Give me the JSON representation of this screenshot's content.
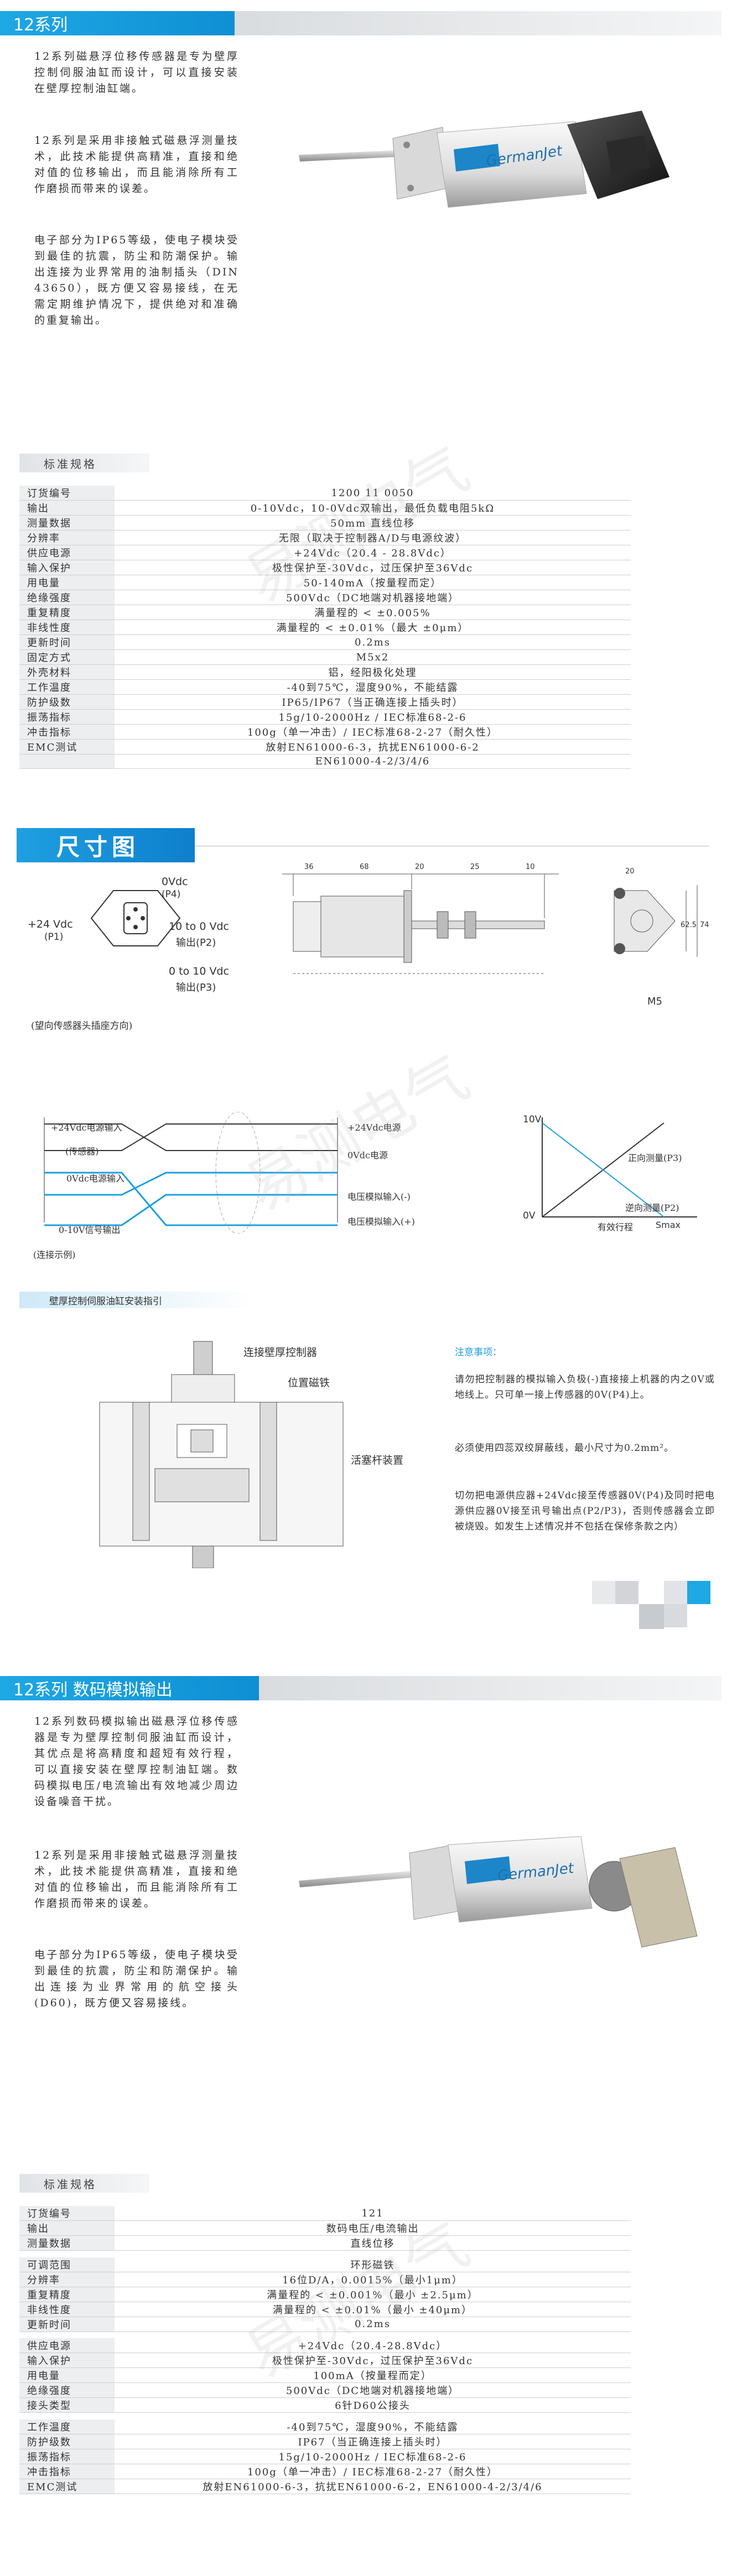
{
  "section1": {
    "title": "12系列"
  },
  "intro": {
    "p1": "12系列磁悬浮位移传感器是专为壁厚控制伺服油缸而设计，可以直接安装在壁厚控制油缸端。",
    "p2": "12系列是采用非接触式磁悬浮测量技术，此技术能提供高精准，直接和绝对值的位移输出，而且能消除所有工作磨损而带来的误差。",
    "p3": "电子部分为IP65等级，使电子模块受到最佳的抗震，防尘和防潮保护。输出连接为业界常用的油制插头（DIN 43650），既方便又容易接线，在无需定期维护情况下，提供绝对和准确的重复输出。"
  },
  "brand": {
    "logo_text": "GermanJet"
  },
  "watermark": {
    "text": "易测电气"
  },
  "spec1": {
    "label": "标准规格",
    "rows": [
      {
        "k": "订货编号",
        "v": "1200 11 0050"
      },
      {
        "k": "输出",
        "v": "0-10Vdc，10-0Vdc双输出，最低负载电阻5kΩ"
      },
      {
        "k": "测量数据",
        "v": "50mm 直线位移"
      },
      {
        "k": "分辨率",
        "v": "无限（取决于控制器A/D与电源纹波）"
      },
      {
        "k": "供应电源",
        "v": "+24Vdc（20.4 - 28.8Vdc）"
      },
      {
        "k": "输入保护",
        "v": "极性保护至-30Vdc，过压保护至36Vdc"
      },
      {
        "k": "用电量",
        "v": "50-140mA（按量程而定）"
      },
      {
        "k": "绝缘强度",
        "v": "500Vdc（DC地端对机器接地端）"
      },
      {
        "k": "重复精度",
        "v": "满量程的 < ±0.005%"
      },
      {
        "k": "非线性度",
        "v": "满量程的 < ±0.01%（最大 ±0μm）"
      },
      {
        "k": "更新时间",
        "v": "0.2ms"
      },
      {
        "k": "固定方式",
        "v": "M5x2"
      },
      {
        "k": "外壳材料",
        "v": "铝，经阳极化处理"
      },
      {
        "k": "工作温度",
        "v": "-40到75℃，湿度90%，不能结露"
      },
      {
        "k": "防护级数",
        "v": "IP65/IP67（当正确连接上插头时）"
      },
      {
        "k": "振荡指标",
        "v": "15g/10-2000Hz / IEC标准68-2-6"
      },
      {
        "k": "冲击指标",
        "v": "100g（单一冲击）/ IEC标准68-2-27（耐久性）"
      },
      {
        "k": "EMC测试",
        "v": "放射EN61000-6-3，抗扰EN61000-6-2"
      },
      {
        "k": "",
        "v": "EN61000-4-2/3/4/6"
      }
    ]
  },
  "dims": {
    "title": "尺寸图",
    "connector": {
      "l_0vdc": "0Vdc",
      "l_p4": "(P4)",
      "l_24v": "+24 Vdc",
      "l_p1": "(P1)",
      "l_10to0": "10 to 0 Vdc",
      "l_out2": "输出(P2)",
      "l_0to10": "0 to 10 Vdc",
      "l_out3": "输出(P3)",
      "caption": "(望向传感器头插座方向)"
    },
    "side": {
      "d1": "36",
      "d2": "68",
      "d3": "20",
      "d4": "25",
      "d5": "10"
    },
    "front": {
      "d1": "20",
      "d2": "62.5",
      "d3": "74",
      "m5": "M5"
    }
  },
  "wiring": {
    "l1": "+24Vdc电源输入",
    "l2": "(传感器)",
    "l3": "0Vdc电源输入",
    "l4": "0-10V信号输出",
    "r1": "+24Vdc电源",
    "r2": "0Vdc电源",
    "r3": "电压模拟输入(-)",
    "r4": "电压模拟输入(+)",
    "caption": "(连接示例)"
  },
  "graph": {
    "y_top": "10V",
    "y_bot": "0V",
    "x_mid": "有效行程",
    "x_end": "Smax",
    "line1": "正向测量(P3)",
    "line2": "逆向测量(P2)"
  },
  "install": {
    "title": "壁厚控制伺服油缸安装指引",
    "c1": "连接壁厚控制器",
    "c2": "位置磁铁",
    "c3": "活塞杆装置",
    "notes_title": "注意事项：",
    "n1": "请勿把控制器的模拟输入负极(-)直接接上机器的内之0V或地线上。只可单一接上传感器的0V(P4)上。",
    "n2": "必须使用四蕊双绞屏蔽线，最小尺寸为0.2mm²。",
    "n3": "切勿把电源供应器+24Vdc接至传感器0V(P4)及同时把电源供应器0V接至讯号输出点(P2/P3)，否则传感器会立即被烧毁。如发生上述情况并不包括在保修条款之内）"
  },
  "section2": {
    "title": "12系列 数码模拟输出"
  },
  "intro2": {
    "p1": "12系列数码模拟输出磁悬浮位移传感器是专为壁厚控制伺服油缸而设计，其优点是将高精度和超短有效行程，可以直接安装在壁厚控制油缸端。数码模拟电压/电流输出有效地减少周边设备噪音干扰。",
    "p2": "12系列是采用非接触式磁悬浮测量技术，此技术能提供高精准，直接和绝对值的位移输出，而且能消除所有工作磨损而带来的误差。",
    "p3": "电子部分为IP65等级，使电子模块受到最佳的抗震，防尘和防潮保护。输出连接为业界常用的航空接头(D60)，既方便又容易接线。"
  },
  "spec2": {
    "label": "标准规格",
    "rows": [
      {
        "k": "订货编号",
        "v": "121"
      },
      {
        "k": "输出",
        "v": "数码电压/电流输出"
      },
      {
        "k": "测量数据",
        "v": "直线位移"
      },
      {
        "gap": true
      },
      {
        "k": "可调范围",
        "v": "环形磁铁"
      },
      {
        "k": "分辨率",
        "v": "16位D/A，0.0015%（最小1μm）"
      },
      {
        "k": "重复精度",
        "v": "满量程的 < ±0.001%（最小 ±2.5μm）"
      },
      {
        "k": "非线性度",
        "v": "满量程的 < ±0.01%（最小 ±40μm）"
      },
      {
        "k": "更新时间",
        "v": "0.2ms"
      },
      {
        "gap": true
      },
      {
        "k": "供应电源",
        "v": "+24Vdc（20.4-28.8Vdc）"
      },
      {
        "k": "输入保护",
        "v": "极性保护至-30Vdc，过压保护至36Vdc"
      },
      {
        "k": "用电量",
        "v": "100mA（按量程而定）"
      },
      {
        "k": "绝缘强度",
        "v": "500Vdc（DC地端对机器接地端）"
      },
      {
        "k": "接头类型",
        "v": "6针D60公接头"
      },
      {
        "gap": true
      },
      {
        "k": "工作温度",
        "v": "-40到75℃，湿度90%，不能结露"
      },
      {
        "k": "防护级数",
        "v": "IP67（当正确连接上插头时）"
      },
      {
        "k": "振荡指标",
        "v": "15g/10-2000Hz / IEC标准68-2-6"
      },
      {
        "k": "冲击指标",
        "v": "100g（单一冲击）/ IEC标准68-2-27（耐久性）"
      },
      {
        "k": "EMC测试",
        "v": "放射EN61000-6-3，抗扰EN61000-6-2，EN61000-4-2/3/4/6"
      }
    ]
  }
}
